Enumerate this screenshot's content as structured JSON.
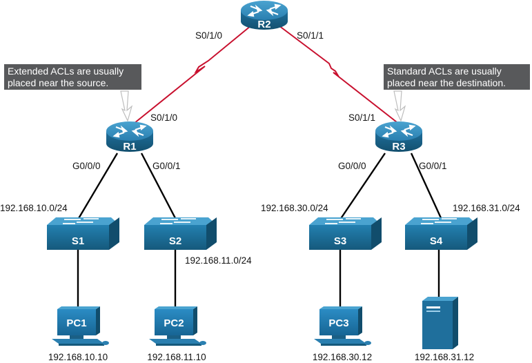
{
  "colors": {
    "serial_link": "#c8102e",
    "ethernet_link": "#000000",
    "device_blue": "#1f6f9c",
    "callout_bg": "#58595b"
  },
  "routers": {
    "r2": "R2",
    "r1": "R1",
    "r3": "R3"
  },
  "switches": {
    "s1": "S1",
    "s2": "S2",
    "s3": "S3",
    "s4": "S4"
  },
  "hosts": {
    "pc1": "PC1",
    "pc2": "PC2",
    "pc3": "PC3",
    "server_icon": "server-icon"
  },
  "interfaces": {
    "r2_left": "S0/1/0",
    "r2_right": "S0/1/1",
    "r1_serial": "S0/1/0",
    "r3_serial": "S0/1/1",
    "r1_g000": "G0/0/0",
    "r1_g001": "G0/0/1",
    "r3_g000": "G0/0/0",
    "r3_g001": "G0/0/1"
  },
  "networks": {
    "lan_s1": "192.168.10.0/24",
    "lan_s2": "192.168.11.0/24",
    "lan_s3": "192.168.30.0/24",
    "lan_s4": "192.168.31.0/24"
  },
  "addresses": {
    "pc1": "192.168.10.10",
    "pc2": "192.168.11.10",
    "pc3": "192.168.30.12",
    "server": "192.168.31.12"
  },
  "callouts": {
    "extended": {
      "line1": "Extended ACLs are usually",
      "line2": "placed near the source."
    },
    "standard": {
      "line1": "Standard ACLs are usually",
      "line2": "placed near the destination."
    }
  }
}
